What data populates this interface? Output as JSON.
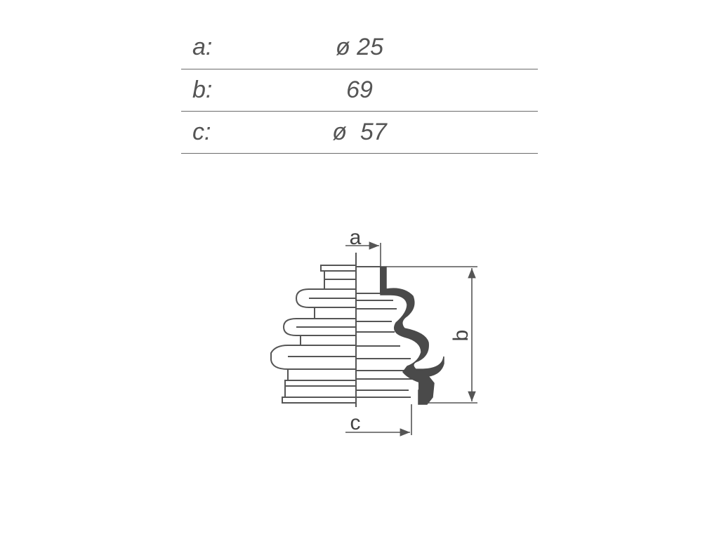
{
  "dimensions": [
    {
      "key": "a:",
      "value": "ø 25"
    },
    {
      "key": "b:",
      "value": "69"
    },
    {
      "key": "c:",
      "value": "ø  57"
    }
  ],
  "drawing_labels": {
    "a": "a",
    "b": "b",
    "c": "c"
  },
  "colors": {
    "line": "#555555",
    "text": "#555555",
    "fill_dark": "#4a4a4a"
  }
}
